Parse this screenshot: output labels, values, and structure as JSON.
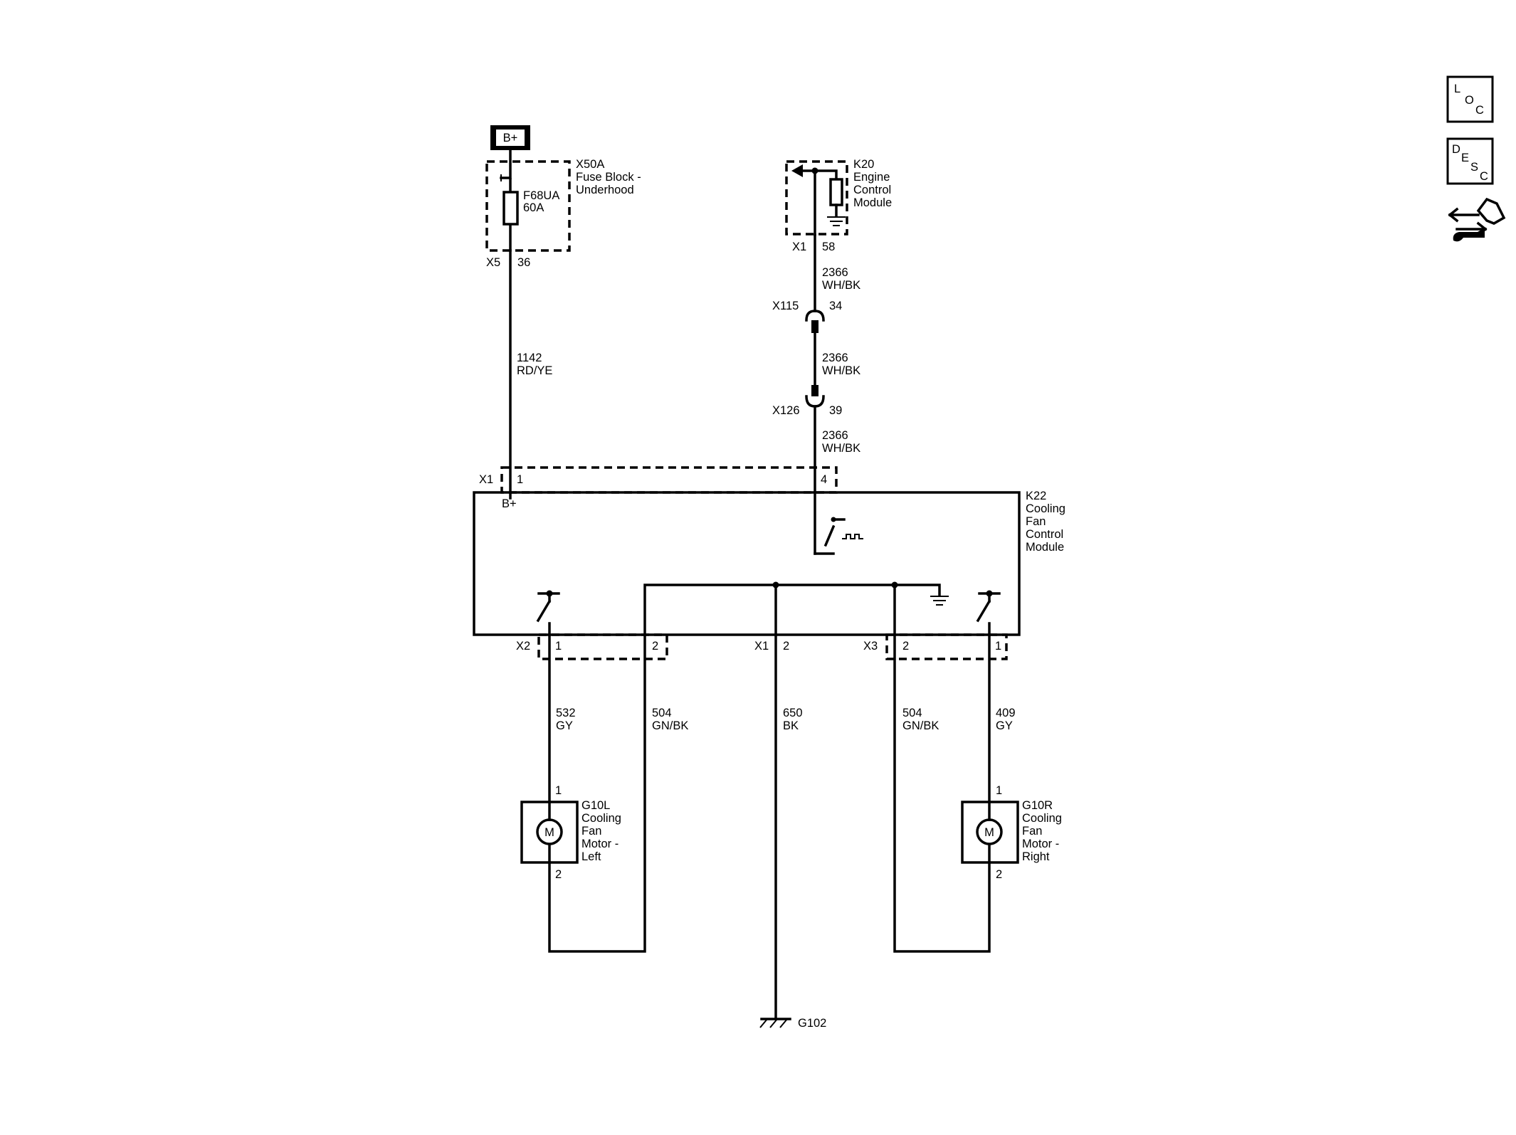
{
  "power": {
    "label": "B+"
  },
  "fuse_block": {
    "ref": "X50A",
    "name_line1": "Fuse Block -",
    "name_line2": "Underhood",
    "fuse_ref": "F68UA",
    "fuse_rating": "60A",
    "connector": "X5",
    "pin": "36"
  },
  "ecm": {
    "ref": "K20",
    "name_line1": "Engine",
    "name_line2": "Control",
    "name_line3": "Module",
    "connector": "X1",
    "pin": "58"
  },
  "wires": {
    "w1142": {
      "circuit": "1142",
      "color": "RD/YE"
    },
    "w2366a": {
      "circuit": "2366",
      "color": "WH/BK"
    },
    "w2366b": {
      "circuit": "2366",
      "color": "WH/BK"
    },
    "w2366c": {
      "circuit": "2366",
      "color": "WH/BK"
    },
    "w532": {
      "circuit": "532",
      "color": "GY"
    },
    "w504l": {
      "circuit": "504",
      "color": "GN/BK"
    },
    "w650": {
      "circuit": "650",
      "color": "BK"
    },
    "w504r": {
      "circuit": "504",
      "color": "GN/BK"
    },
    "w409": {
      "circuit": "409",
      "color": "GY"
    }
  },
  "inline_connectors": {
    "x115": {
      "ref": "X115",
      "pin": "34"
    },
    "x126": {
      "ref": "X126",
      "pin": "39"
    }
  },
  "cfcm": {
    "ref": "K22",
    "name_line1": "Cooling",
    "name_line2": "Fan",
    "name_line3": "Control",
    "name_line4": "Module",
    "x1_connector": "X1",
    "x1_pin1": "1",
    "x1_pin4": "4",
    "bplus_label": "B+",
    "x2_connector": "X2",
    "x2_pin1": "1",
    "x2_pin2": "2",
    "x1b_connector": "X1",
    "x1b_pin2": "2",
    "x3_connector": "X3",
    "x3_pin2": "2",
    "x3_pin1": "1"
  },
  "motor_left": {
    "ref": "G10L",
    "name_line1": "Cooling",
    "name_line2": "Fan",
    "name_line3": "Motor -",
    "name_line4": "Left",
    "symbol": "M",
    "pin_top": "1",
    "pin_bottom": "2"
  },
  "motor_right": {
    "ref": "G10R",
    "name_line1": "Cooling",
    "name_line2": "Fan",
    "name_line3": "Motor -",
    "name_line4": "Right",
    "symbol": "M",
    "pin_top": "1",
    "pin_bottom": "2"
  },
  "ground": {
    "ref": "G102"
  },
  "side_icons": {
    "loc": {
      "l1": "L",
      "l2": "O",
      "l3": "C",
      "icon": "location-icon"
    },
    "desc": {
      "l1": "D",
      "l2": "E",
      "l3": "S",
      "l4": "C",
      "icon": "description-icon"
    },
    "connector_icon": "connector-repair-icon"
  }
}
